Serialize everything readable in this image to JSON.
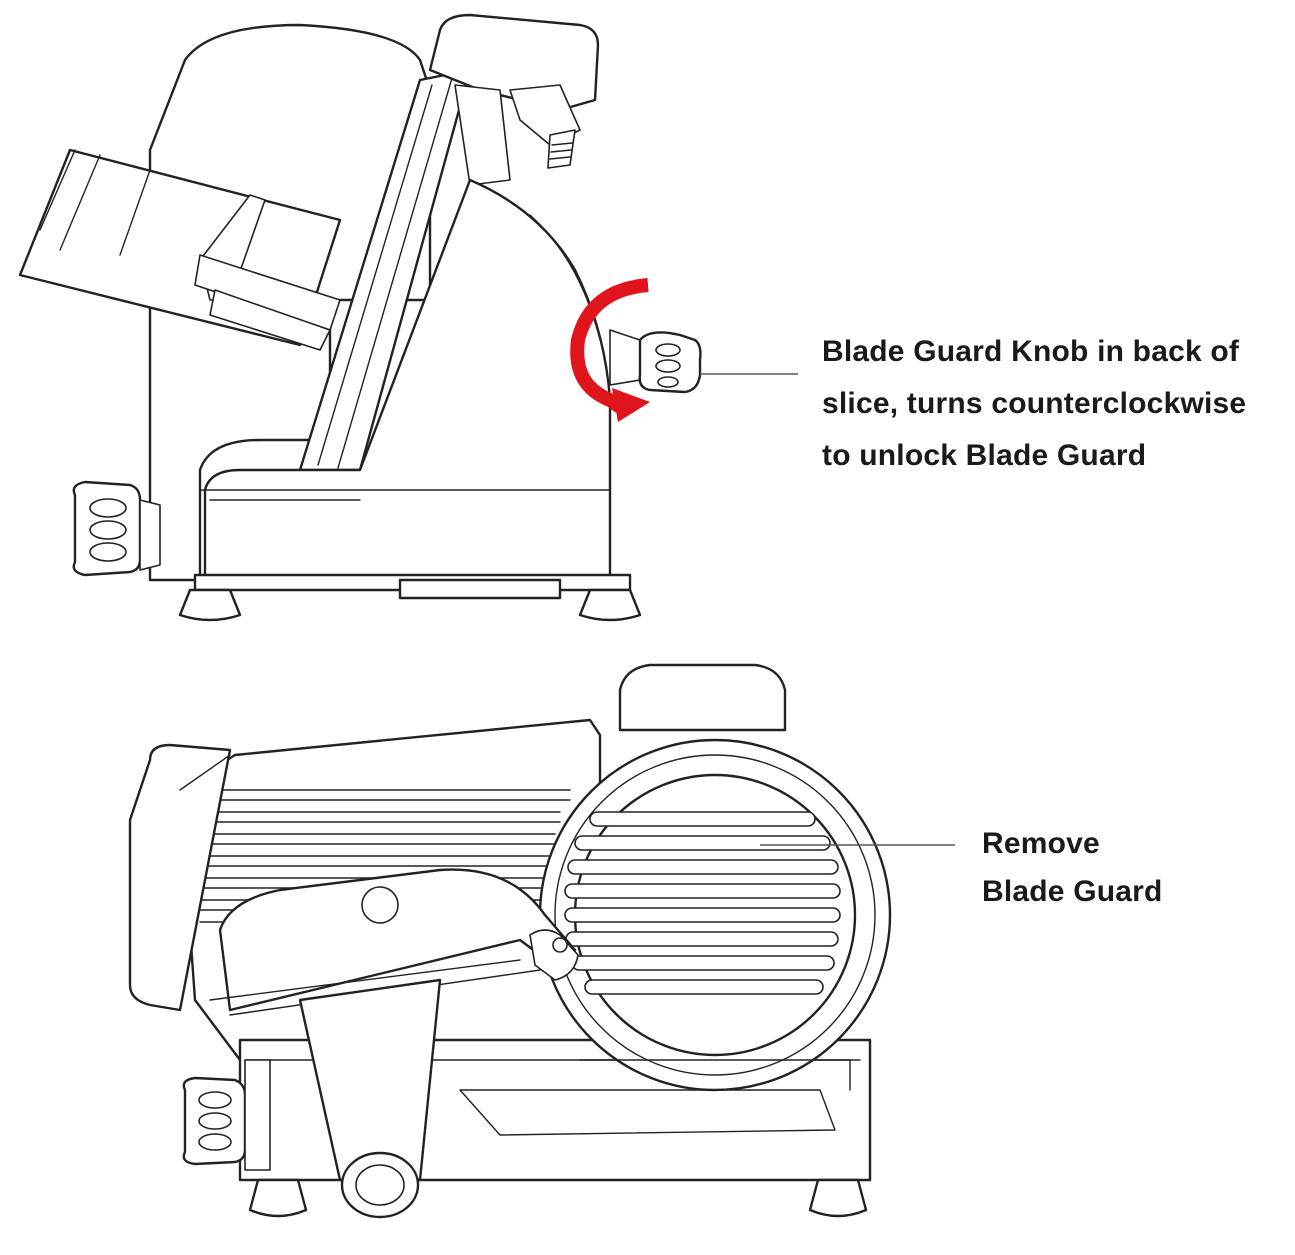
{
  "callouts": {
    "knob": {
      "lines": [
        "Blade Guard Knob in back of",
        "slice, turns counterclockwise",
        "to unlock Blade Guard"
      ]
    },
    "remove": {
      "lines": [
        "Remove",
        "Blade Guard"
      ]
    }
  },
  "colors": {
    "arrow": "#e0141b",
    "line": "#222222",
    "background": "#ffffff"
  },
  "icons": {
    "rotation": "counterclockwise-arrow-icon"
  }
}
